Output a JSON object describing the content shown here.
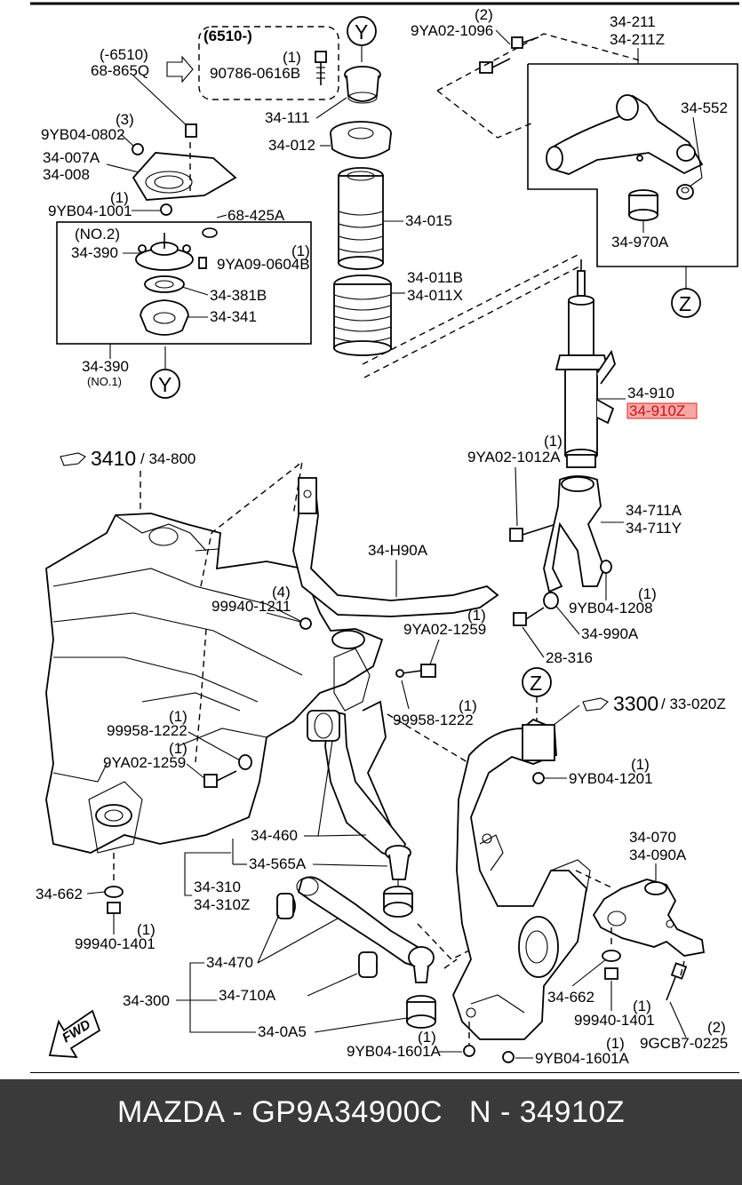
{
  "callouts": {
    "c1_qty": "(-6510)",
    "c1_num": "68-865Q",
    "c2_box": "(6510-)",
    "c2_qty": "(1)",
    "c2_num": "90786-0616B",
    "y_marker": "Y",
    "z_marker": "Z",
    "c3_qty": "(3)",
    "c3_num": "9YB04-0802",
    "c4": "34-007A",
    "c5": "34-008",
    "c6_qty": "(1)",
    "c6_num": "9YB04-1001",
    "c7": "68-425A",
    "c8_no": "(NO.2)",
    "c8_num": "34-390",
    "c9_qty": "(1)",
    "c9_num": "9YA09-0604B",
    "c10": "34-381B",
    "c11": "34-341",
    "c12_num": "34-390",
    "c12_no": "(NO.1)",
    "c13": "34-111",
    "c14": "34-012",
    "c15": "34-015",
    "c16a": "34-011B",
    "c16b": "34-011X",
    "c17_qty": "(2)",
    "c17_num": "9YA02-1096",
    "c18a": "34-211",
    "c18b": "34-211Z",
    "c19": "34-552",
    "c20": "34-970A",
    "c21a": "34-910",
    "c21b": "34-910Z",
    "c22_qty": "(1)",
    "c22_num": "9YA02-1012A",
    "c23a": "34-711A",
    "c23b": "34-711Y",
    "c24_qty": "(1)",
    "c24_num": "9YB04-1208",
    "c25": "34-990A",
    "c26": "28-316",
    "ref1_big": "3410",
    "ref1_small": "/ 34-800",
    "c27": "34-H90A",
    "c28_qty": "(4)",
    "c28_num": "99940-1211",
    "c29_qty": "(1)",
    "c29_num": "9YA02-1259",
    "c30_qty": "(1)",
    "c30_num": "99958-1222",
    "c31_qty": "(1)",
    "c31_num": "99958-1222",
    "c32_qty": "(1)",
    "c32_num": "9YA02-1259",
    "ref2_big": "3300",
    "ref2_small": "/ 33-020Z",
    "c33_qty": "(1)",
    "c33_num": "9YB04-1201",
    "c34": "34-460",
    "c35": "34-565A",
    "c36a": "34-310",
    "c36b": "34-310Z",
    "c37": "34-662",
    "c38_qty": "(1)",
    "c38_num": "99940-1401",
    "c39a": "34-070",
    "c39b": "34-090A",
    "c40": "34-470",
    "c41": "34-710A",
    "c42": "34-300",
    "c43": "34-0A5",
    "c44": "34-662",
    "c45_qty": "(1)",
    "c45_num": "99940-1401",
    "c46_qty": "(2)",
    "c46_num": "9GCB7-0225",
    "c47_qty": "(1)",
    "c47_num": "9YB04-1601A",
    "c48_qty": "(1)",
    "c48_num": "9YB04-1601A",
    "fwd": "FWD"
  },
  "footer": {
    "text": "MAZDA - GP9A34900C   N - 34910Z"
  },
  "colors": {
    "highlight_fill": "#f7a6a6",
    "highlight_border": "#e0453c",
    "footer_bg": "#3a3a3a",
    "footer_text": "#ffffff"
  }
}
